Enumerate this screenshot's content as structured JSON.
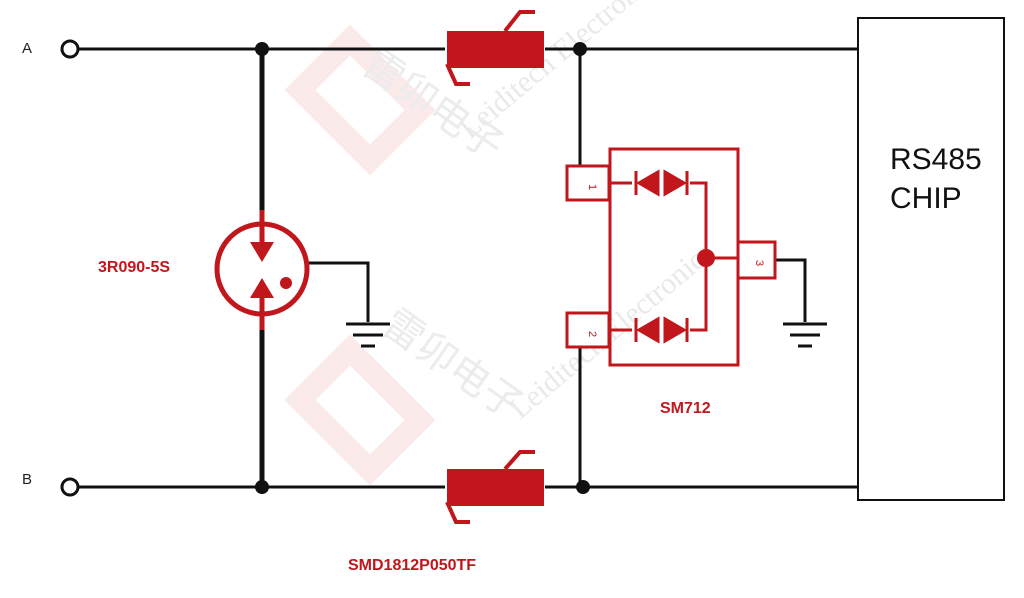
{
  "terminals": {
    "a_label": "A",
    "b_label": "B"
  },
  "gdt": {
    "label": "3R090-5S"
  },
  "ptc": {
    "label": "SMD1812P050TF"
  },
  "tvs": {
    "label": "SM712",
    "pin1": "1",
    "pin2": "2",
    "pin3": "3"
  },
  "chip": {
    "line1": "RS485",
    "line2": "CHIP"
  },
  "watermark": {
    "latin": "Leiditech Electronic",
    "cjk": "雷卯电子"
  },
  "colors": {
    "component": "#c0161c",
    "wire": "#111111",
    "watermark": "#ececec"
  }
}
